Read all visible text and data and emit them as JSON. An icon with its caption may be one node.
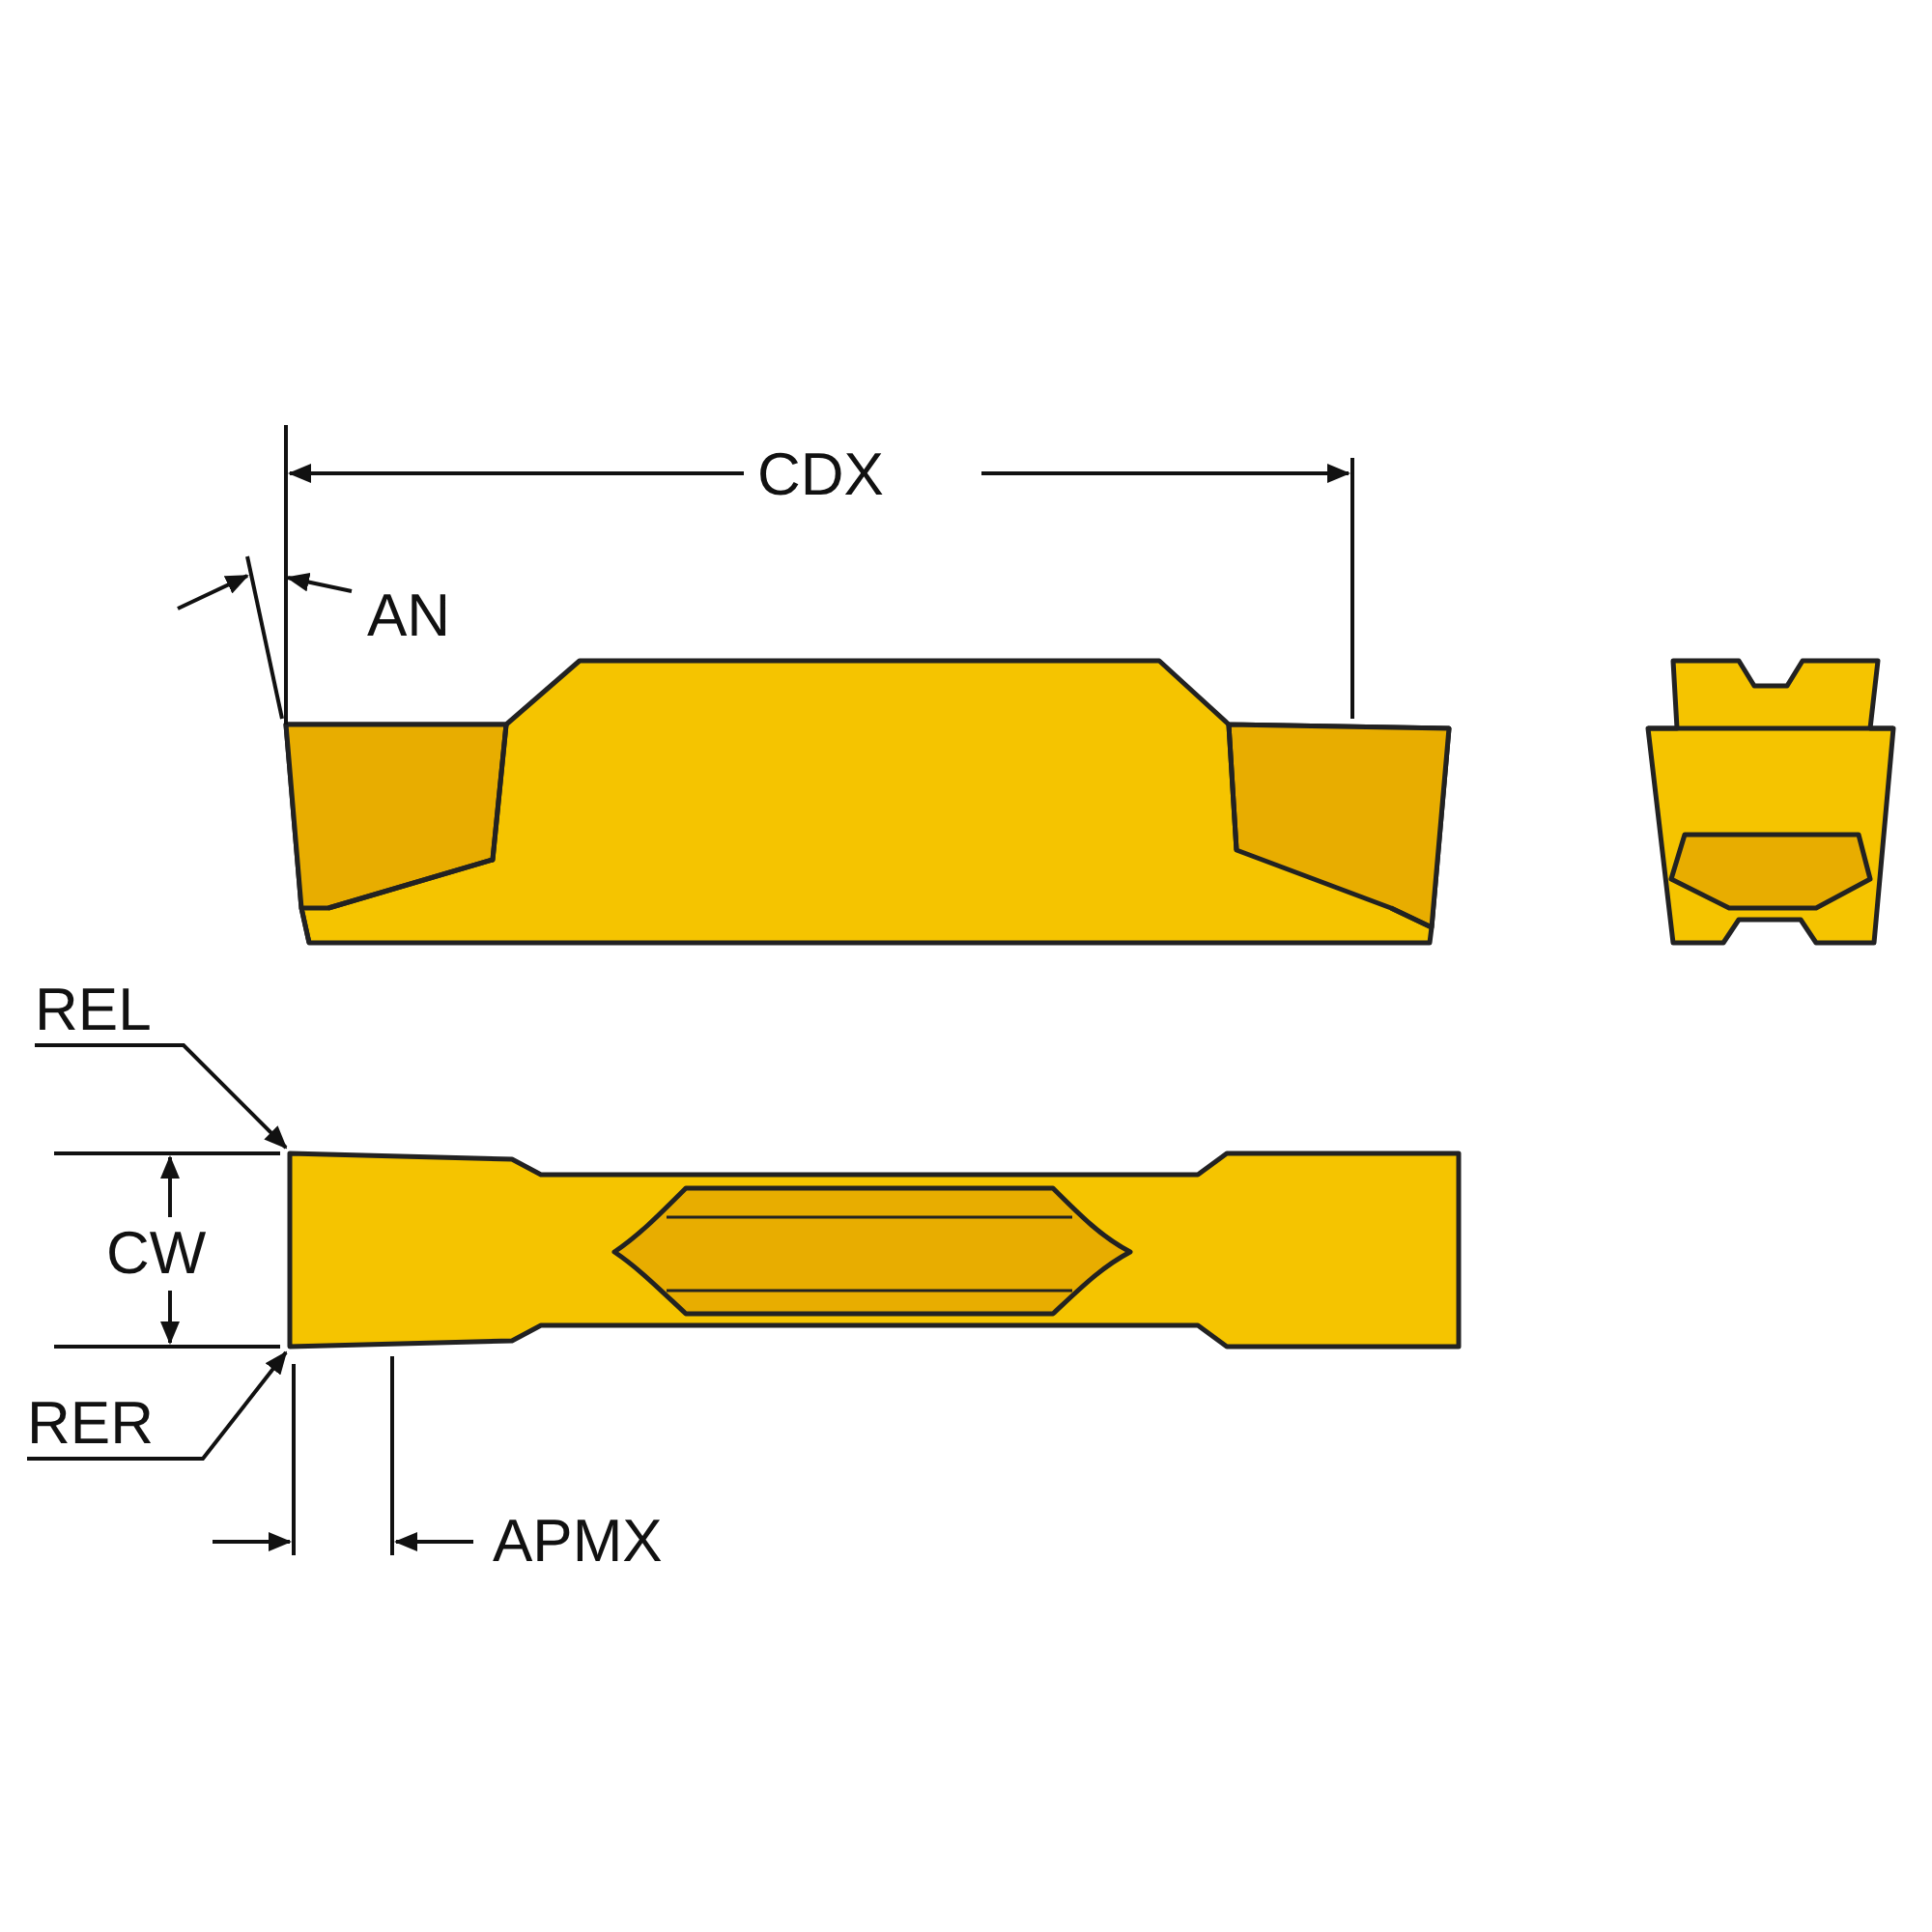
{
  "diagram": {
    "nodes": [
      {
        "text": [
          "REL"
        ]
      },
      {
        "text": [
          "RER"
        ]
      },
      {
        "text": [],
        "shape": "picture"
      }
    ],
    "edges": [
      {
        "from": 0,
        "to": 2,
        "arrow": "to"
      },
      {
        "from": 1,
        "to": 2,
        "arrow": "to"
      }
    ],
    "labels": [
      "CDX",
      "AN",
      "CW",
      "APMX"
    ]
  }
}
